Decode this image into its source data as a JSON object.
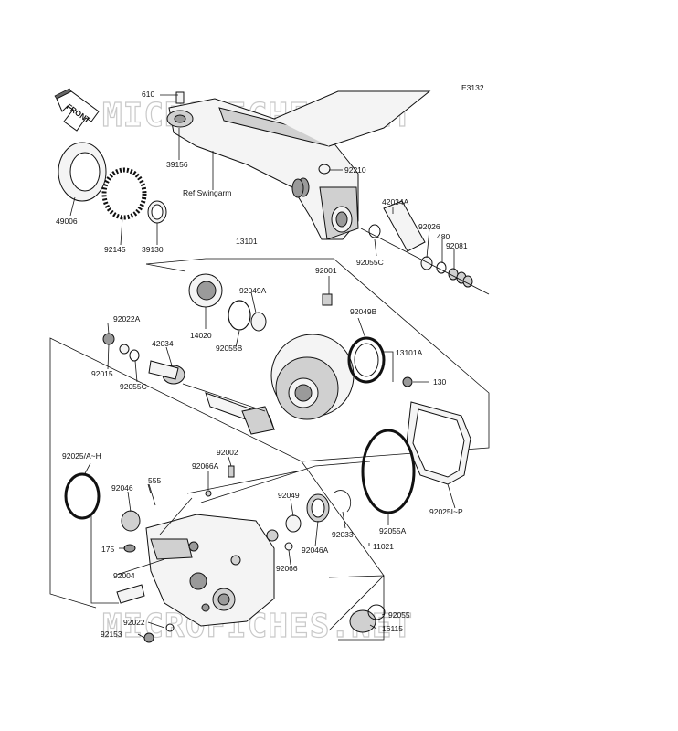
{
  "diagram_code": "E3132",
  "front_label": "FRONT",
  "ref_label": "Ref.Swingarm",
  "watermarks": [
    "MICROFICHES.NET",
    "MICROFICHES.NET"
  ],
  "colors": {
    "line": "#111111",
    "watermark": "#c9c9c9",
    "background": "#ffffff"
  },
  "part_labels": {
    "p610": "610",
    "p39156": "39156",
    "p92210": "92210",
    "p49006": "49006",
    "p92145": "92145",
    "p39130": "39130",
    "p42034A": "42034A",
    "p92026": "92026",
    "p480": "480",
    "p92081": "92081",
    "p92055C_top": "92055C",
    "p13101": "13101",
    "p92001": "92001",
    "p92049A": "92049A",
    "p14020": "14020",
    "p92055B": "92055B",
    "p92022A": "92022A",
    "p42034": "42034",
    "p92015": "92015",
    "p92055C": "92055C",
    "p92049B": "92049B",
    "p13101A": "13101A",
    "p130": "130",
    "p92025AH": "92025/A~H",
    "p92002": "92002",
    "p92066A": "92066A",
    "p555": "555",
    "p92046": "92046",
    "p92049": "92049",
    "p92046A": "92046A",
    "p92033": "92033",
    "p92055A": "92055A",
    "p92025IP": "92025I~P",
    "p175": "175",
    "p92066": "92066",
    "p11021": "11021",
    "p92004": "92004",
    "p92022": "92022",
    "p92153": "92153",
    "p92055": "92055",
    "p16115": "16115"
  }
}
